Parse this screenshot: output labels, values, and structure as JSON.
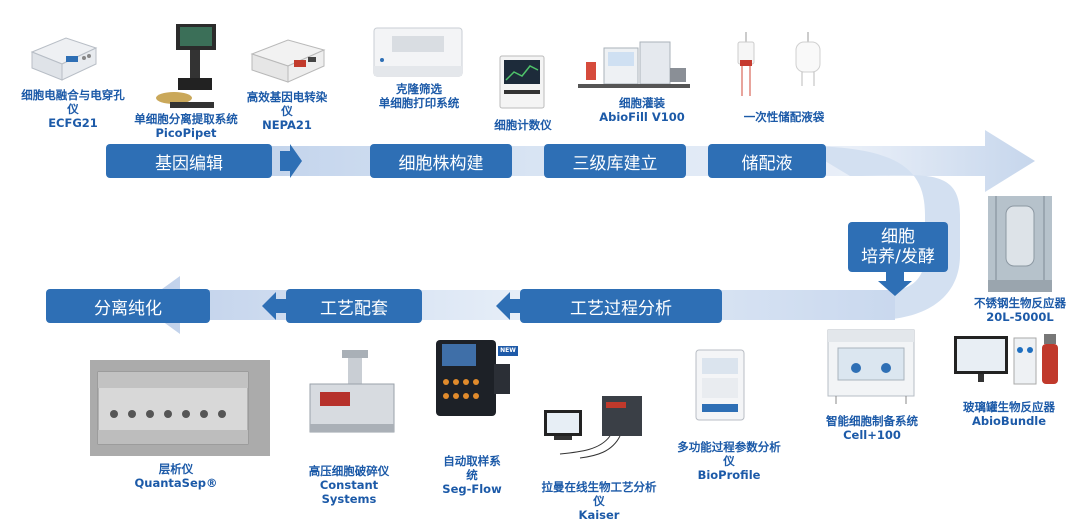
{
  "steps": {
    "gene_edit": "基因编辑",
    "cell_line": "细胞株构建",
    "bank": "三级库建立",
    "media": "储配液",
    "culture_l1": "细胞",
    "culture_l2": "培养/发酵",
    "process_analysis": "工艺过程分析",
    "process_support": "工艺配套",
    "purification": "分离纯化"
  },
  "devices": {
    "ecfg": {
      "line1": "细胞电融合与电穿孔",
      "line2": "仪",
      "line3": "ECFG21"
    },
    "picopipet": {
      "line1": "单细胞分离提取系统",
      "line2": "PicoPipet"
    },
    "nepa": {
      "line1": "高效基因电转染",
      "line2": "仪",
      "line3": "NEPA21"
    },
    "clone": {
      "line1": "克隆筛选",
      "line2": "单细胞打印系统"
    },
    "counter": {
      "line1": "细胞计数仪"
    },
    "abiofill": {
      "line1": "细胞灌装",
      "line2": "AbioFill  V100"
    },
    "bag": {
      "line1": "一次性储配液袋"
    },
    "steel": {
      "line1": "不锈钢生物反应器",
      "line2": "20L-5000L"
    },
    "cellprep": {
      "line1": "智能细胞制备系统",
      "line2": "Cell+100"
    },
    "glass": {
      "line1": "玻璃罐生物反应器",
      "line2": "AbioBundle"
    },
    "bioprofile": {
      "line1": "多功能过程参数分析",
      "line2": "仪",
      "line3": "BioProfile"
    },
    "kaiser": {
      "line1": "拉曼在线生物工艺分析",
      "line2": "仪",
      "line3": "Kaiser"
    },
    "segflow": {
      "line1": "自动取样系",
      "line2": "统",
      "line3": "Seg-Flow",
      "badge": "NEW"
    },
    "constant": {
      "line1": "高压细胞破碎仪",
      "line2": "Constant",
      "line3": "Systems"
    },
    "quantasep": {
      "line1": "层析仪",
      "line2": "QuantaSep®"
    }
  },
  "colors": {
    "step_fill": "#2e6fb5",
    "caption": "#1c5aa8",
    "flow": "#c9d8ee"
  }
}
